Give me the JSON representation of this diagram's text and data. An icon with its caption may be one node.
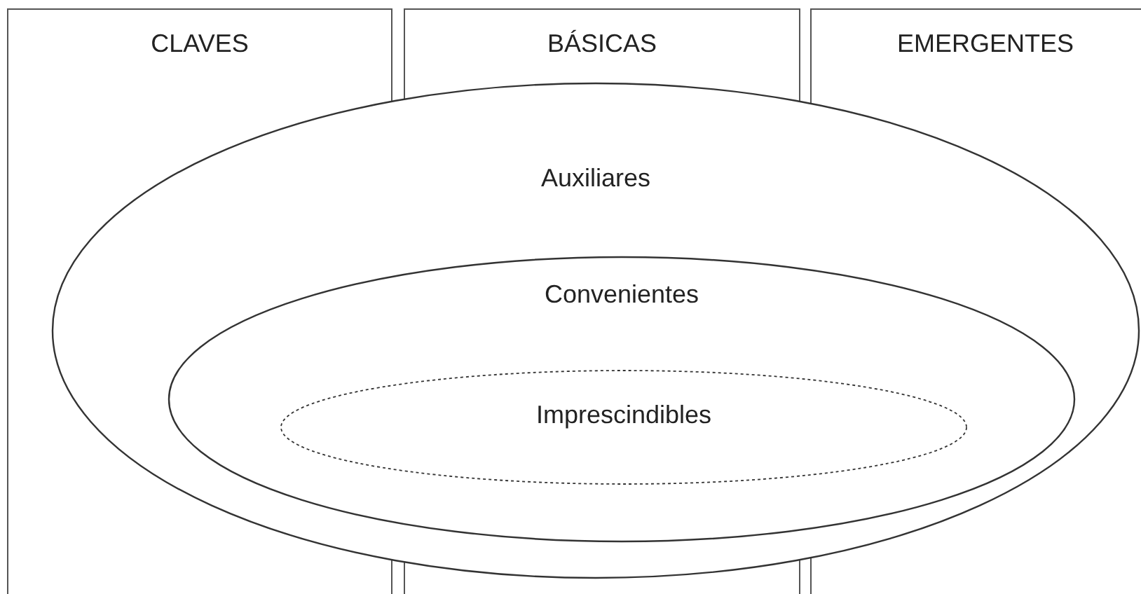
{
  "diagram": {
    "nodes": [
      {
        "text": [
          "CLAVES"
        ]
      },
      {
        "text": [
          "BÁSICAS"
        ]
      },
      {
        "text": [
          "EMERGENTES"
        ]
      },
      {
        "text": [
          "Auxiliares"
        ]
      },
      {
        "text": [
          "Convenientes"
        ],
        "in": 3
      },
      {
        "text": [
          "Imprescindibles"
        ],
        "in": 4
      }
    ]
  }
}
